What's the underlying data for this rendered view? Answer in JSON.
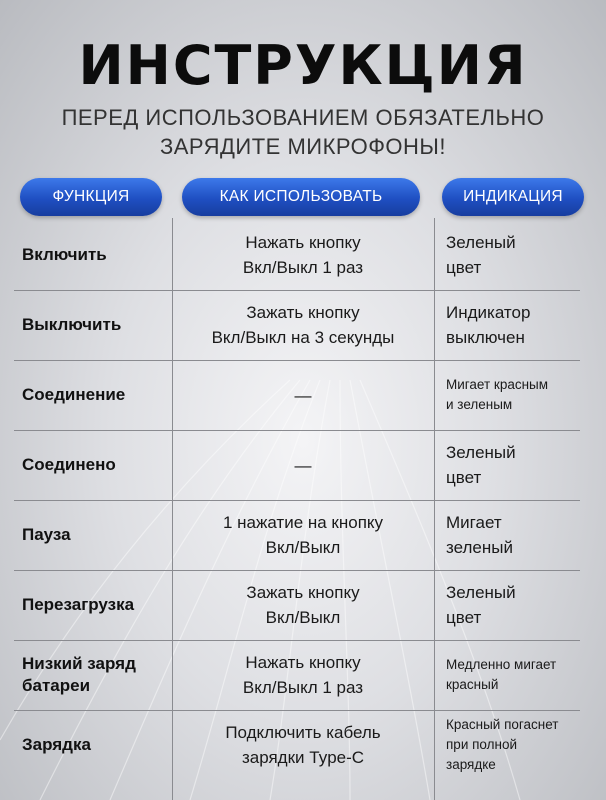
{
  "title": "ИНСТРУКЦИЯ",
  "subtitle_line1": "ПЕРЕД ИСПОЛЬЗОВАНИЕМ ОБЯЗАТЕЛЬНО",
  "subtitle_line2": "ЗАРЯДИТЕ МИКРОФОНЫ!",
  "colors": {
    "accent_blue": "#1f4fc2",
    "text": "#111111"
  },
  "headers": {
    "function": "ФУНКЦИЯ",
    "how_to_use": "КАК ИСПОЛЬЗОВАТЬ",
    "indication": "ИНДИКАЦИЯ"
  },
  "rows": [
    {
      "function": "Включить",
      "how": "Нажать кнопку\nВкл/Выкл 1 раз",
      "indication": "Зеленый\nцвет"
    },
    {
      "function": "Выключить",
      "how": "Зажать кнопку\nВкл/Выкл на 3 секунды",
      "indication": "Индикатор\nвыключен"
    },
    {
      "function": "Соединение",
      "how": "—",
      "indication": "Мигает красным\nи зеленым"
    },
    {
      "function": "Соединено",
      "how": "—",
      "indication": "Зеленый\nцвет"
    },
    {
      "function": "Пауза",
      "how": "1 нажатие на кнопку\nВкл/Выкл",
      "indication": "Мигает\nзеленый"
    },
    {
      "function": "Перезагрузка",
      "how": "Зажать кнопку\nВкл/Выкл",
      "indication": "Зеленый\nцвет"
    },
    {
      "function": "Низкий заряд\nбатареи",
      "how": "Нажать кнопку\nВкл/Выкл 1 раз",
      "indication": "Медленно мигает\nкрасный"
    },
    {
      "function": "Зарядка",
      "how": "Подключить кабель\nзарядки Type-C",
      "indication": "Красный погаснет\nпри полной\nзарядке"
    }
  ]
}
